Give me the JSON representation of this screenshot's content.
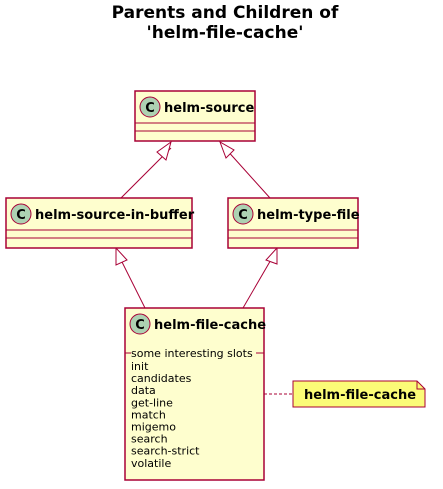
{
  "title": {
    "line1": "Parents and Children of",
    "line2": "'helm-file-cache'"
  },
  "classes": {
    "helm_source": {
      "name": "helm-source",
      "stereotype_letter": "C"
    },
    "helm_source_in_buffer": {
      "name": "helm-source-in-buffer",
      "stereotype_letter": "C"
    },
    "helm_type_file": {
      "name": "helm-type-file",
      "stereotype_letter": "C"
    },
    "helm_file_cache": {
      "name": "helm-file-cache",
      "stereotype_letter": "C",
      "section_label": "some interesting slots",
      "slots": [
        "init",
        "candidates",
        "data",
        "get-line",
        "match",
        "migemo",
        "search",
        "search-strict",
        "volatile"
      ]
    }
  },
  "note": {
    "text": "helm-file-cache"
  },
  "colors": {
    "class_fill": "#FEFECE",
    "class_border": "#A80036",
    "circle_fill": "#ADD1B2",
    "note_fill": "#FBFB77",
    "note_border": "#A80036",
    "edge": "#A80036"
  }
}
